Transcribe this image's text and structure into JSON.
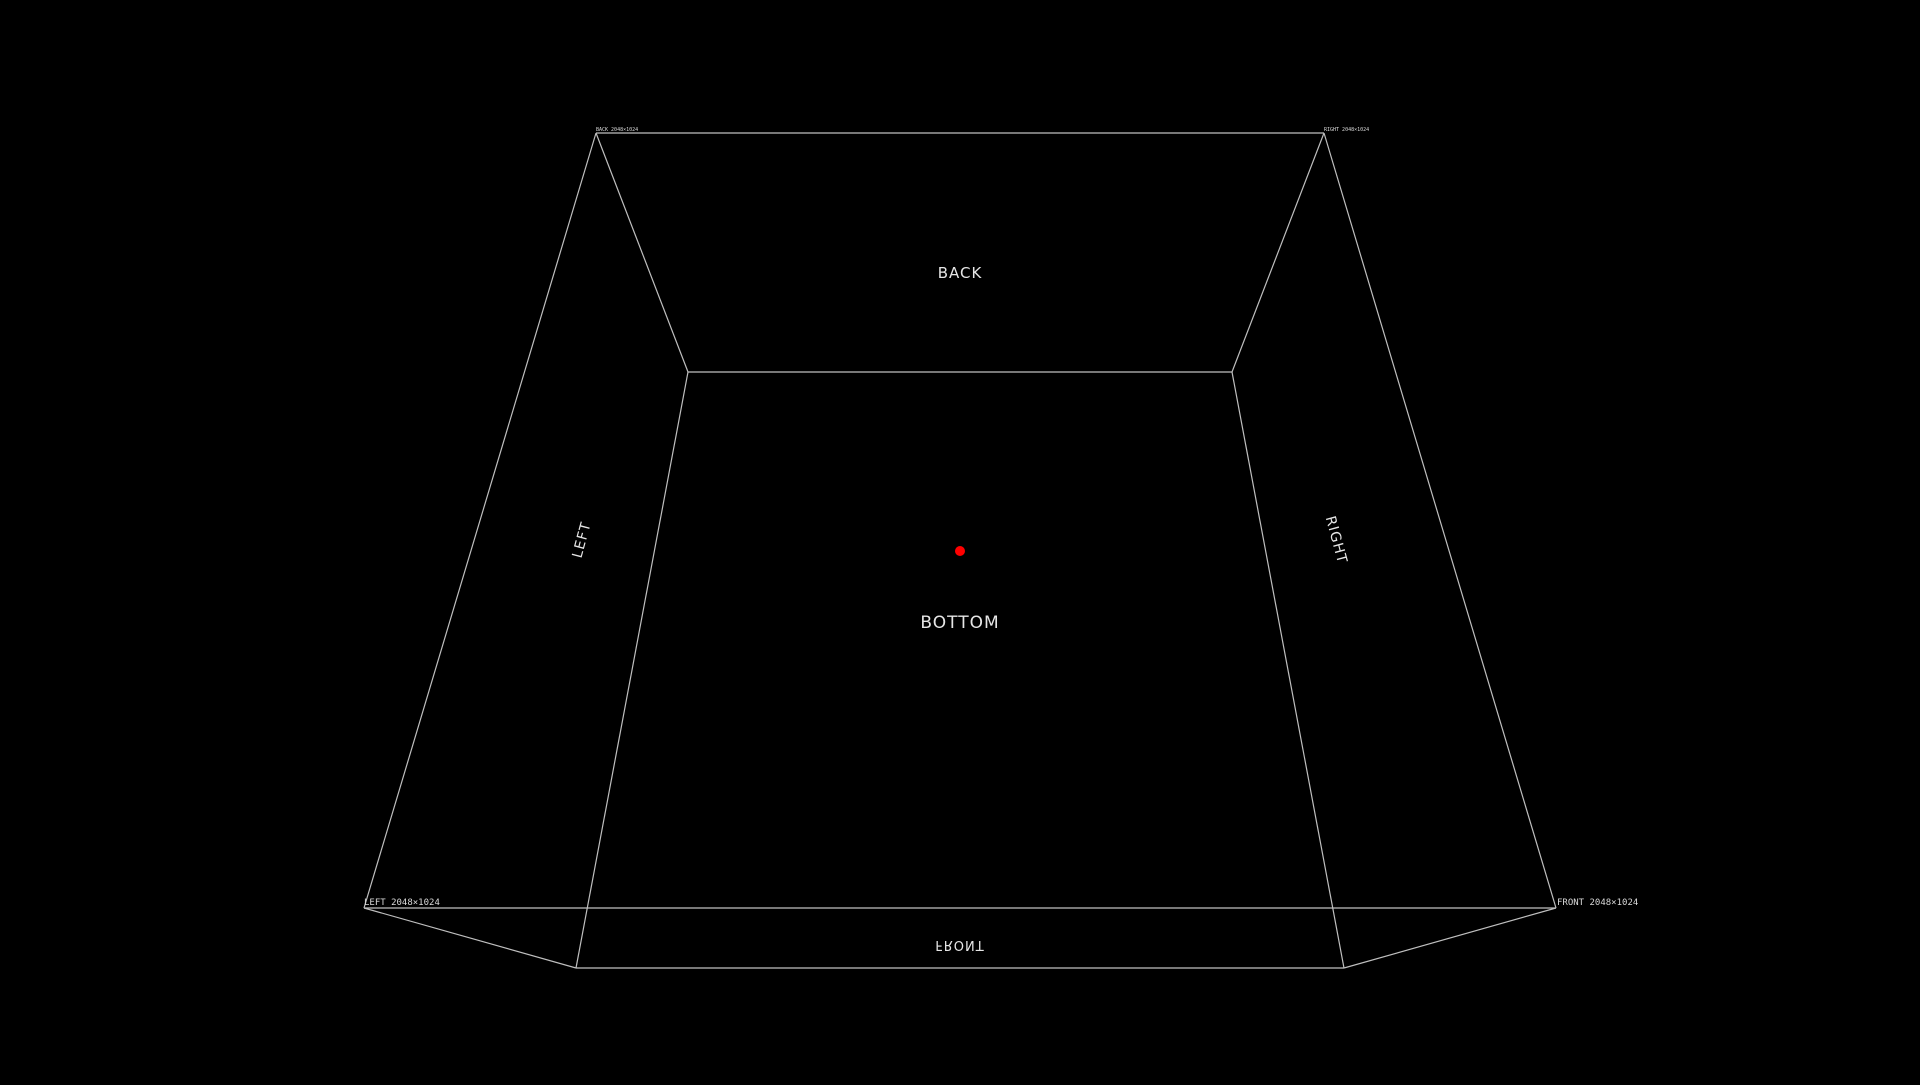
{
  "scene": {
    "background_color": "#000000",
    "edge_color": "#bfbfbf",
    "marker_color": "#ff0000"
  },
  "faces": {
    "back": "BACK",
    "bottom": "BOTTOM",
    "left": "LEFT",
    "right": "RIGHT",
    "front": "FRONT"
  },
  "corner_tags": {
    "back": "BACK 2048×1024",
    "right": "RIGHT 2048×1024",
    "left": "LEFT 2048×1024",
    "front": "FRONT 2048×1024"
  }
}
